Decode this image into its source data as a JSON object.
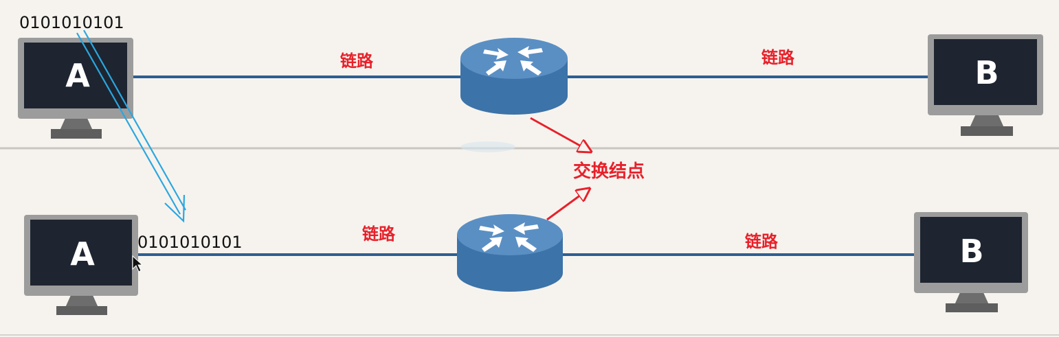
{
  "colors": {
    "background": "#f6f3ee",
    "link_line": "#2d5f92",
    "router_body": "#3c73a8",
    "router_top": "#5a8fc4",
    "label_red": "#e8202a",
    "arrow_blue": "#2aa7e0",
    "monitor_frame": "#9c9c9c",
    "screen": "#1e2530"
  },
  "top_row": {
    "computer_left_label": "A",
    "computer_right_label": "B",
    "link_left_label": "链路",
    "link_right_label": "链路",
    "bits": "0101010101",
    "router_icon": "router-arrows-icon"
  },
  "bottom_row": {
    "computer_left_label": "A",
    "computer_right_label": "B",
    "link_left_label": "链路",
    "link_right_label": "链路",
    "bits": "0101010101",
    "router_icon": "router-arrows-icon"
  },
  "annotation": {
    "switch_node_label": "交换结点"
  }
}
